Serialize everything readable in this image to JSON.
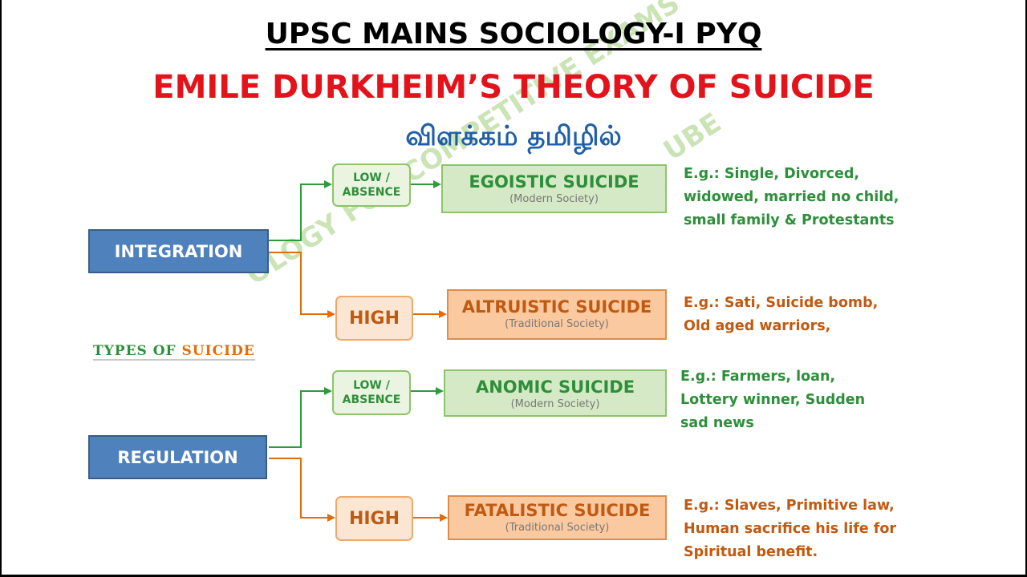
{
  "header": {
    "title": "UPSC MAINS SOCIOLOGY-I PYQ",
    "subtitle": "EMILE DURKHEIM’S THEORY OF SUICIDE",
    "tamil": "விளக்கம் தமிழில்"
  },
  "watermark": {
    "main": "OLOGY FOR COMPETITIVE EXAMS",
    "corner": "UBE"
  },
  "label": {
    "types": "TYPES OF",
    "suicide": "SUICIDE"
  },
  "factors": {
    "integration": "INTEGRATION",
    "regulation": "REGULATION"
  },
  "levels": {
    "low_line1": "LOW /",
    "low_line2": "ABSENCE",
    "high": "HIGH"
  },
  "types": [
    {
      "name": "EGOISTIC SUICIDE",
      "society": "(Modern Society)",
      "example": "E.g.: Single, Divorced, widowed, married no child, small family & Protestants"
    },
    {
      "name": "ALTRUISTIC SUICIDE",
      "society": "(Traditional  Society)",
      "example": "E.g.: Sati, Suicide bomb, Old aged warriors,"
    },
    {
      "name": "ANOMIC SUICIDE",
      "society": "(Modern Society)",
      "example": "E.g.: Farmers, loan, Lottery winner, Sudden  sad news"
    },
    {
      "name": "FATALISTIC SUICIDE",
      "society": "(Traditional  Society)",
      "example": "E.g.: Slaves, Primitive law, Human sacrifice his life  for Spiritual benefit."
    }
  ],
  "colors": {
    "title": "#000000",
    "subtitle": "#e3131b",
    "tamil": "#1f5fa8",
    "factor_box": "#4f81bd",
    "green": "#2d8f3a",
    "orange": "#c05a12"
  }
}
